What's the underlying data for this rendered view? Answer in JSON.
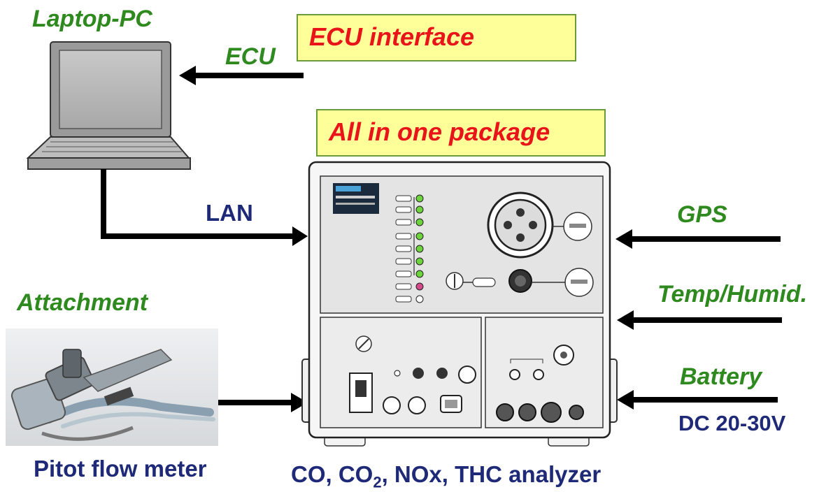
{
  "labels": {
    "laptop": "Laptop-PC",
    "ecu_arrow": "ECU",
    "ecu_box": "ECU interface",
    "package_box": "All in one package",
    "lan": "LAN",
    "gps": "GPS",
    "temp_humid": "Temp/Humid.",
    "battery": "Battery",
    "dc": "DC 20-30V",
    "attachment": "Attachment",
    "pitot": "Pitot flow meter",
    "analyzer_parts": [
      "CO, CO",
      "2",
      ", NOx, THC analyzer"
    ]
  },
  "colors": {
    "green": "#2e8a1e",
    "navy": "#1e2a78",
    "red": "#e8141a",
    "box_fill": "#ffff99"
  },
  "icons": {
    "laptop": "laptop-icon",
    "analyzer": "analyzer-device",
    "pitot": "pitot-flow-meter-image"
  }
}
